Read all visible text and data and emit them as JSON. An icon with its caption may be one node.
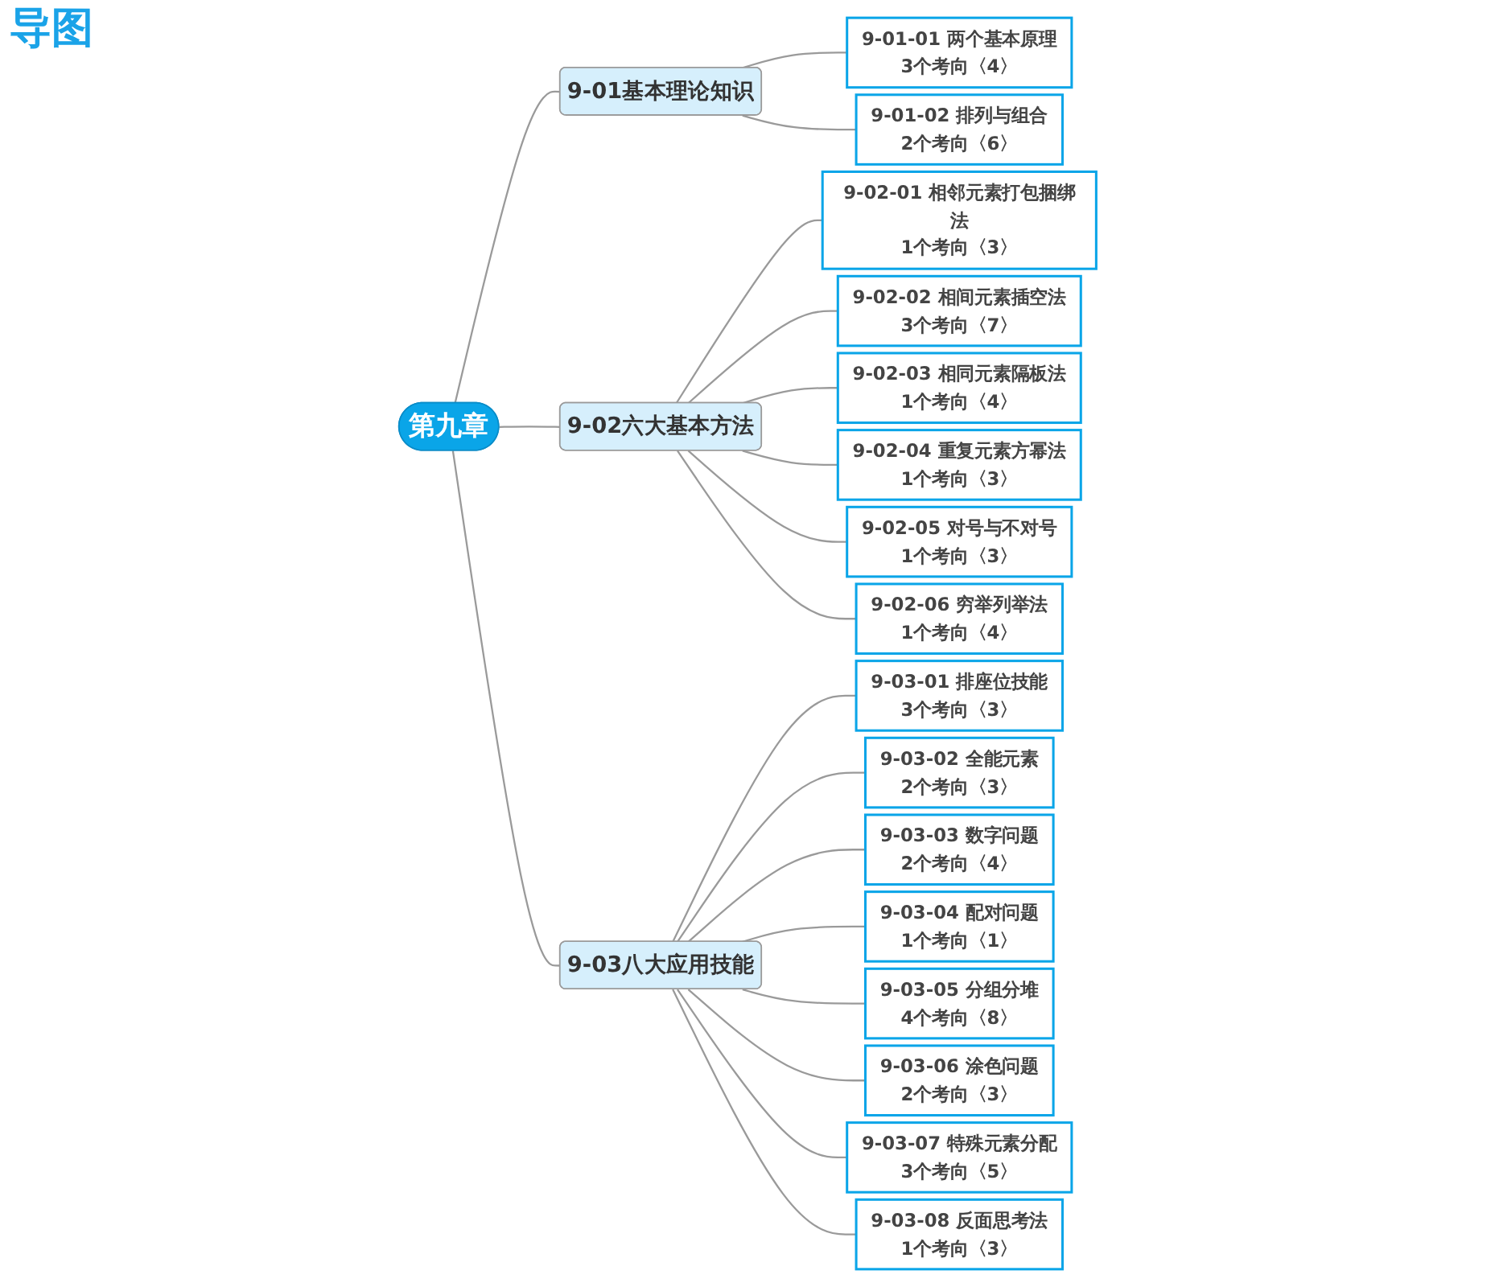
{
  "diagram": {
    "title": "导图",
    "nodes": [
      {
        "text": [
          "第九章"
        ]
      },
      {
        "text": [
          "9-01基本理论知识"
        ]
      },
      {
        "text": [
          "9-01-01 两个基本原理",
          "3个考向〈4〉"
        ]
      },
      {
        "text": [
          "9-01-02 排列与组合",
          "2个考向〈6〉"
        ]
      },
      {
        "text": [
          "9-02六大基本方法"
        ]
      },
      {
        "text": [
          "9-02-01 相邻元素打包捆绑法",
          "1个考向〈3〉"
        ]
      },
      {
        "text": [
          "9-02-02 相间元素插空法",
          "3个考向〈7〉"
        ]
      },
      {
        "text": [
          "9-02-03 相同元素隔板法",
          "1个考向〈4〉"
        ]
      },
      {
        "text": [
          "9-02-04 重复元素方幂法",
          "1个考向〈3〉"
        ]
      },
      {
        "text": [
          "9-02-05 对号与不对号",
          "1个考向〈3〉"
        ]
      },
      {
        "text": [
          "9-02-06 穷举列举法",
          "1个考向〈4〉"
        ]
      },
      {
        "text": [
          "9-03八大应用技能"
        ]
      },
      {
        "text": [
          "9-03-01 排座位技能",
          "3个考向〈3〉"
        ]
      },
      {
        "text": [
          "9-03-02 全能元素",
          "2个考向〈3〉"
        ]
      },
      {
        "text": [
          "9-03-03 数字问题",
          "2个考向〈4〉"
        ]
      },
      {
        "text": [
          "9-03-04 配对问题",
          "1个考向〈1〉"
        ]
      },
      {
        "text": [
          "9-03-05 分组分堆",
          "4个考向〈8〉"
        ]
      },
      {
        "text": [
          "9-03-06 涂色问题",
          "2个考向〈3〉"
        ]
      },
      {
        "text": [
          "9-03-07 特殊元素分配",
          "3个考向〈5〉"
        ]
      },
      {
        "text": [
          "9-03-08 反面思考法",
          "1个考向〈3〉"
        ]
      }
    ],
    "edges": [
      {
        "from": 0,
        "to": 1,
        "arrow": "none"
      },
      {
        "from": 0,
        "to": 4,
        "arrow": "none"
      },
      {
        "from": 0,
        "to": 11,
        "arrow": "none"
      },
      {
        "from": 1,
        "to": 2,
        "arrow": "none"
      },
      {
        "from": 1,
        "to": 3,
        "arrow": "none"
      },
      {
        "from": 4,
        "to": 5,
        "arrow": "none"
      },
      {
        "from": 4,
        "to": 6,
        "arrow": "none"
      },
      {
        "from": 4,
        "to": 7,
        "arrow": "none"
      },
      {
        "from": 4,
        "to": 8,
        "arrow": "none"
      },
      {
        "from": 4,
        "to": 9,
        "arrow": "none"
      },
      {
        "from": 4,
        "to": 10,
        "arrow": "none"
      },
      {
        "from": 11,
        "to": 12,
        "arrow": "none"
      },
      {
        "from": 11,
        "to": 13,
        "arrow": "none"
      },
      {
        "from": 11,
        "to": 14,
        "arrow": "none"
      },
      {
        "from": 11,
        "to": 15,
        "arrow": "none"
      },
      {
        "from": 11,
        "to": 16,
        "arrow": "none"
      },
      {
        "from": 11,
        "to": 17,
        "arrow": "none"
      },
      {
        "from": 11,
        "to": 18,
        "arrow": "none"
      },
      {
        "from": 11,
        "to": 19,
        "arrow": "none"
      }
    ]
  }
}
